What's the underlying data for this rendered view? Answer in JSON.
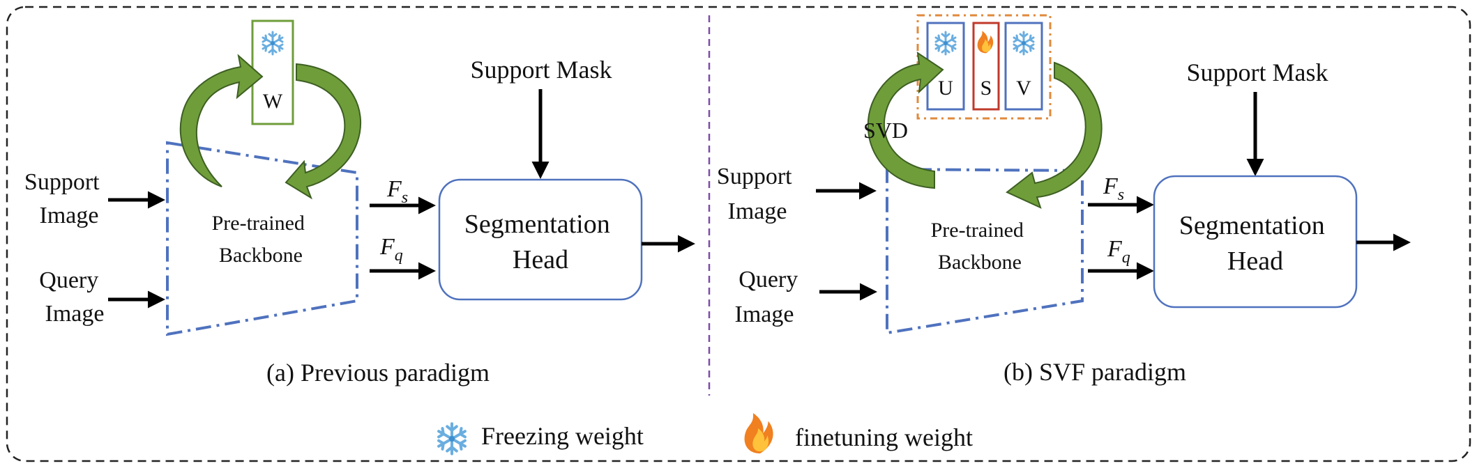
{
  "panels": {
    "left": {
      "caption": "(a) Previous paradigm",
      "support_input": [
        "Support",
        "Image"
      ],
      "query_input": [
        "Query",
        "Image"
      ],
      "backbone": [
        "Pre-trained",
        "Backbone"
      ],
      "weight_label": "W",
      "fs_main": "F",
      "fs_sub": "s",
      "fq_main": "F",
      "fq_sub": "q",
      "support_mask": "Support Mask",
      "seg_head": [
        "Segmentation",
        "Head"
      ]
    },
    "right": {
      "caption": "(b) SVF paradigm",
      "support_input": [
        "Support",
        "Image"
      ],
      "query_input": [
        "Query",
        "Image"
      ],
      "backbone": [
        "Pre-trained",
        "Backbone"
      ],
      "svd_label": "SVD",
      "u_label": "U",
      "s_label": "S",
      "v_label": "V",
      "fs_main": "F",
      "fs_sub": "s",
      "fq_main": "F",
      "fq_sub": "q",
      "support_mask": "Support Mask",
      "seg_head": [
        "Segmentation",
        "Head"
      ]
    }
  },
  "legend": {
    "freeze_label": "Freezing weight",
    "finetune_label": "finetuning weight",
    "freeze_icon": "snowflake-icon",
    "finetune_icon": "flame-icon"
  },
  "colors": {
    "arrow_green": "#6f9d3a",
    "backbone_blue": "#4f72be",
    "head_border": "#4f72be",
    "divider_purple": "#7e4ba8",
    "svd_orange": "#e08a3c",
    "s_box_red": "#c0392b",
    "w_box_green": "#6f9d3a",
    "snow_blue": "#6aaee0",
    "flame_orange": "#f08020"
  }
}
